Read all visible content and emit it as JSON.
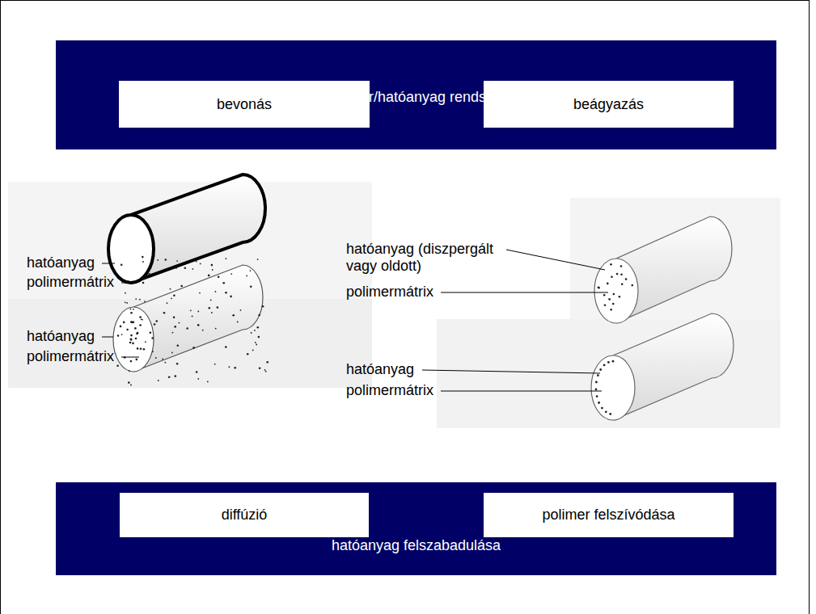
{
  "diagram": {
    "nodes": [
      {
        "text": [
          "polimer/hatóanyag rendszer"
        ]
      },
      {
        "text": [
          "bevonás"
        ],
        "in": 0
      },
      {
        "text": [
          "beágyazás"
        ],
        "in": 0
      },
      {
        "text": [
          "hatóanyag felszabadulása"
        ]
      },
      {
        "text": [
          "diffúzió"
        ],
        "in": 3
      },
      {
        "text": [
          "polimer felszívódása"
        ],
        "in": 3
      }
    ],
    "labels": [
      "hatóanyag",
      "polimermátrix",
      "hatóanyag",
      "polimermátrix",
      "hatóanyag (diszpergált vagy oldott)",
      "polimermátrix",
      "hatóanyag",
      "polimermátrix"
    ]
  }
}
